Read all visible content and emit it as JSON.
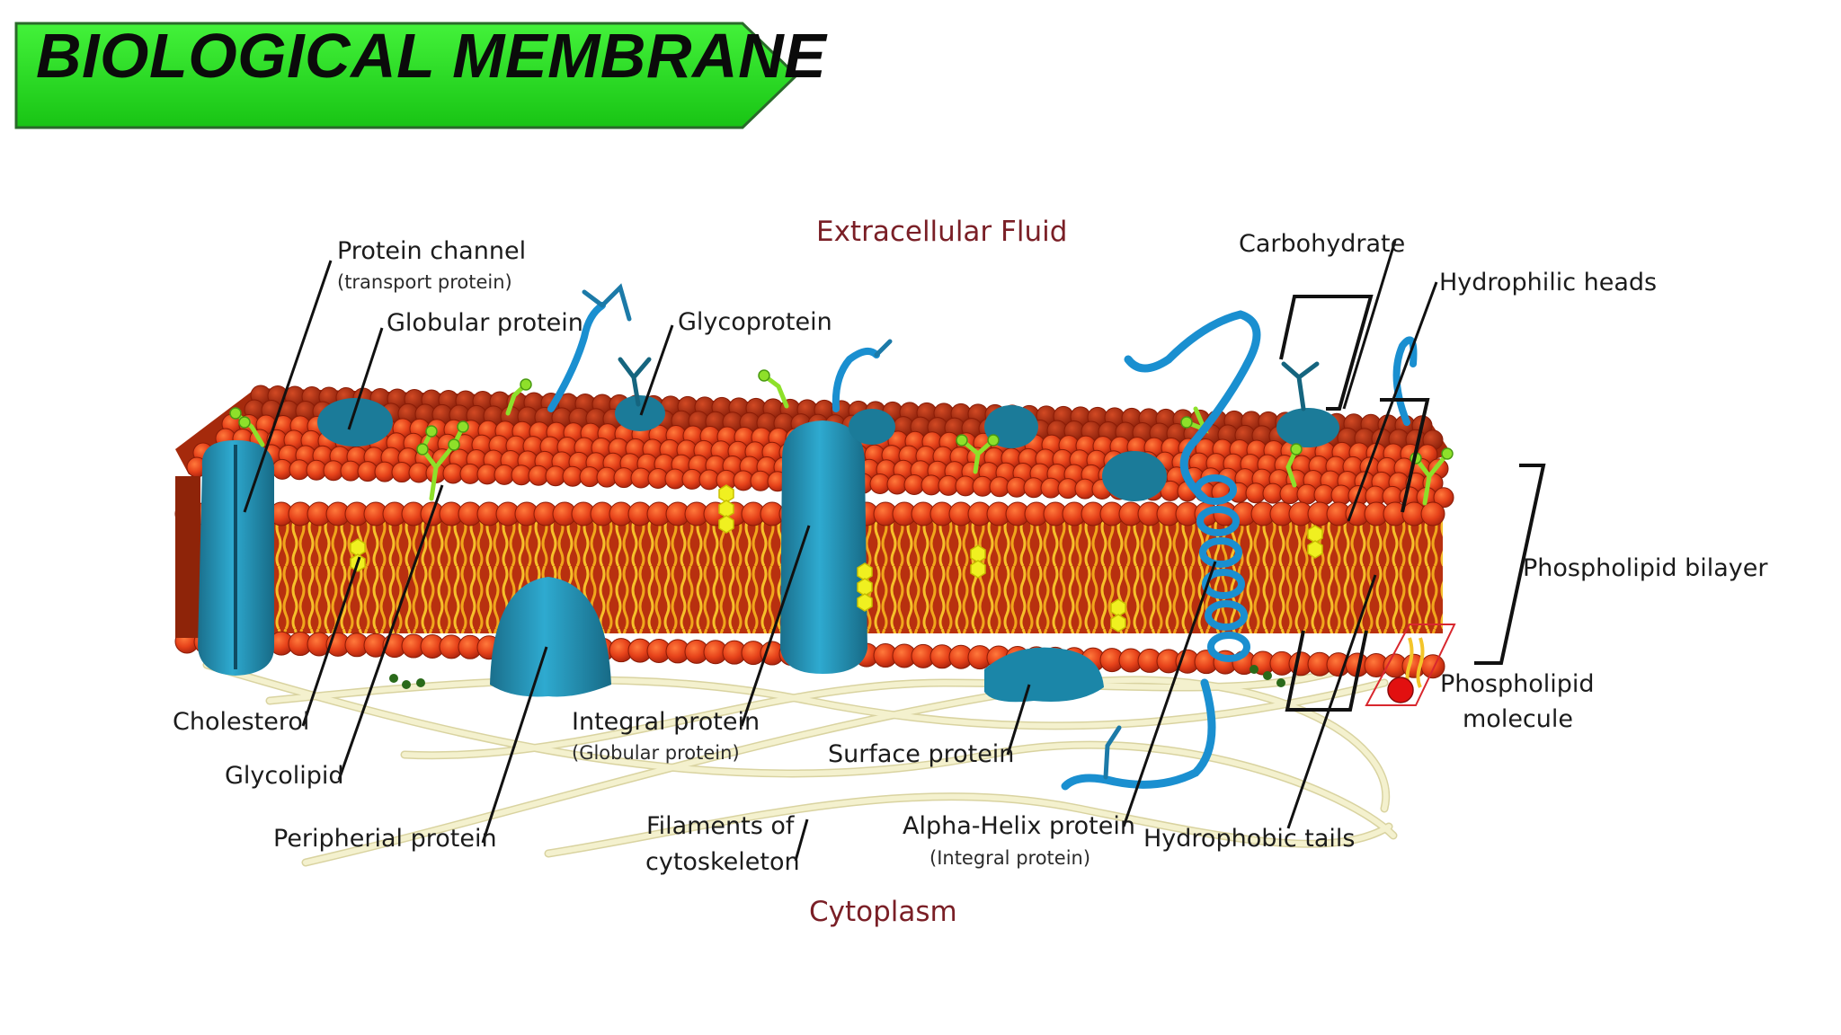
{
  "title": "BIOLOGICAL MEMBRANE",
  "colors": {
    "banner_green": "#1fd11a",
    "banner_green_light": "#43f23a",
    "banner_border": "#2a6a2a",
    "region_text": "#7a1f26",
    "head_orange": "#e6421a",
    "tail_yellow": "#f3b51f",
    "protein_blue": "#1e8fb3",
    "cholesterol_yellow": "#f0f020",
    "carbohydrate_green": "#8ee02a",
    "filament": "#f2efc6",
    "highlight_red": "#d8272e"
  },
  "regions": {
    "extracellular": "Extracellular Fluid",
    "cytoplasm": "Cytoplasm"
  },
  "labels": {
    "protein_channel": "Protein channel",
    "protein_channel_sub": "(transport protein)",
    "globular_protein": "Globular protein",
    "glycoprotein": "Glycoprotein",
    "carbohydrate": "Carbohydrate",
    "hydrophilic_heads": "Hydrophilic heads",
    "phospholipid_bilayer": "Phospholipid bilayer",
    "phospholipid_molecule_1": "Phospholipid",
    "phospholipid_molecule_2": "molecule",
    "cholesterol": "Cholesterol",
    "glycolipid": "Glycolipid",
    "peripherial_protein": "Peripherial protein",
    "integral_protein": "Integral protein",
    "integral_protein_sub": "(Globular protein)",
    "surface_protein": "Surface protein",
    "filaments_1": "Filaments of",
    "filaments_2": "cytoskeleton",
    "alpha_helix": "Alpha-Helix protein",
    "alpha_helix_sub": "(Integral protein)",
    "hydrophobic_tails": "Hydrophobic tails"
  }
}
